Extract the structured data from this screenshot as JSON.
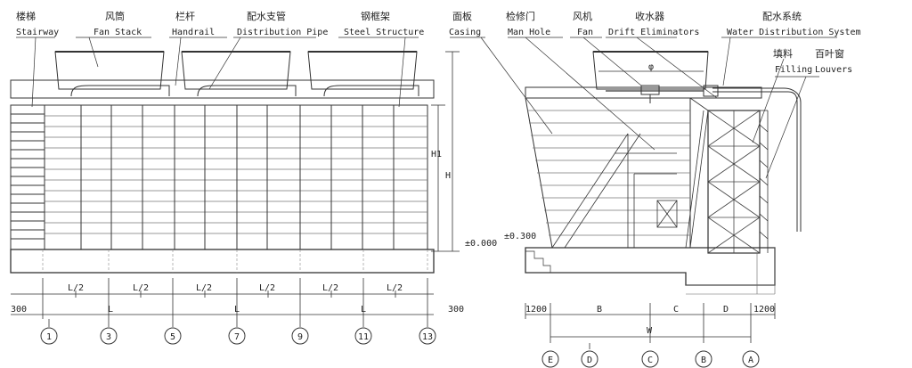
{
  "callouts_front": [
    {
      "zh": "楼梯",
      "en": "Stairway"
    },
    {
      "zh": "风筒",
      "en": "Fan Stack"
    },
    {
      "zh": "栏杆",
      "en": "Handrail"
    },
    {
      "zh": "配水支管",
      "en": "Distribution Pipe"
    },
    {
      "zh": "钢框架",
      "en": "Steel Structure"
    }
  ],
  "callouts_side": [
    {
      "zh": "面板",
      "en": "Casing"
    },
    {
      "zh": "检修门",
      "en": "Man Hole"
    },
    {
      "zh": "风机",
      "en": "Fan"
    },
    {
      "zh": "收水器",
      "en": "Drift Eliminators"
    },
    {
      "zh": "配水系统",
      "en": "Water Distribution System"
    },
    {
      "zh": "填料",
      "en": "Filling"
    },
    {
      "zh": "百叶窗",
      "en": "Louvers"
    }
  ],
  "front_dims": {
    "half_bay": "L/2",
    "bay": "L",
    "edge": "300",
    "height_total": "H",
    "height_inner": "H1",
    "level": "±0.000"
  },
  "front_axes": [
    "1",
    "3",
    "5",
    "7",
    "9",
    "11",
    "13"
  ],
  "side_dims": {
    "edge": "1200",
    "b": "B",
    "c": "C",
    "d": "D",
    "w": "W",
    "level": "±0.300",
    "fan_dia": "φ"
  },
  "side_axes": [
    "E",
    "D",
    "C",
    "B",
    "A"
  ]
}
